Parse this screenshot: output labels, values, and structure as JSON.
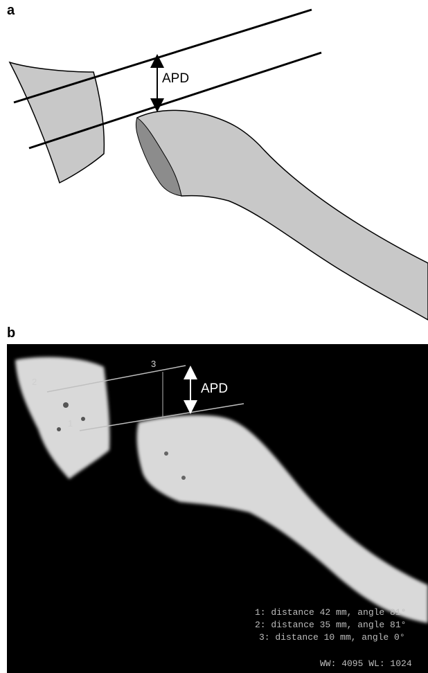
{
  "panels": {
    "a": {
      "letter": "a",
      "apd_label": "APD"
    },
    "b": {
      "letter": "b",
      "apd_label": "APD",
      "line_labels": [
        "1",
        "2",
        "3"
      ],
      "measurements": [
        "1: distance 42 mm, angle 81°",
        "2: distance 35 mm, angle 81°",
        "3: distance 10 mm, angle 0°"
      ],
      "window_level": "WW:  4095 WL:  1024"
    }
  },
  "colors": {
    "bone_fill": "#c8c8c8",
    "fragment_dark": "#8c8c8c",
    "ct_background": "#000000",
    "ct_bone": "#d9d9d9"
  }
}
